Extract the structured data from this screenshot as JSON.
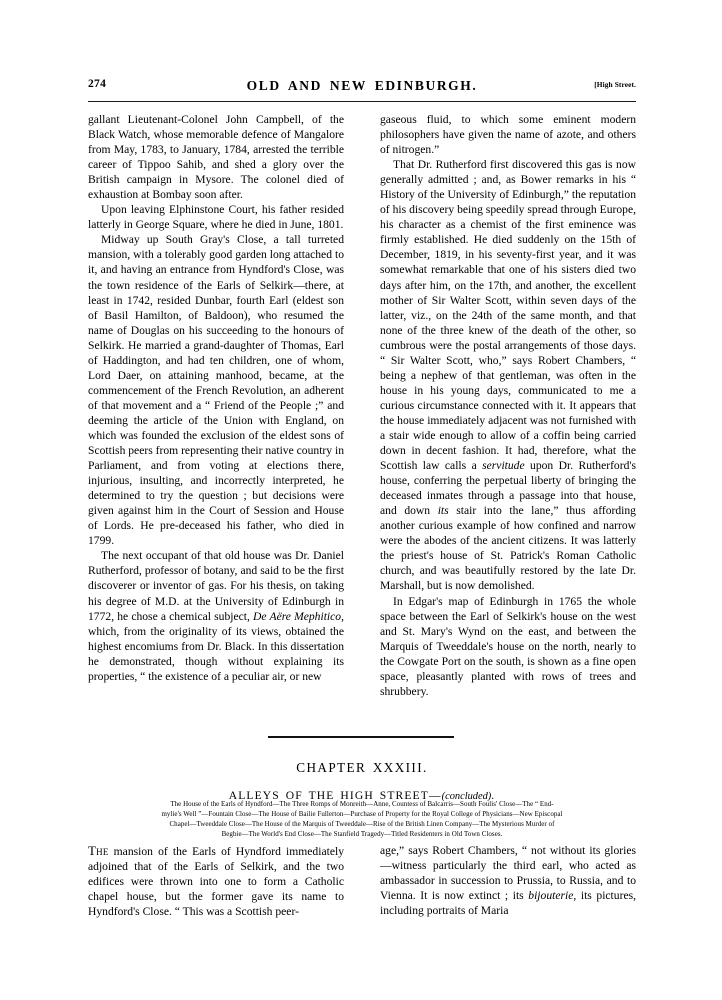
{
  "running_head": {
    "folio": "274",
    "title": "OLD AND NEW EDINBURGH.",
    "section_marker": "[High Street."
  },
  "body_top": {
    "left_column": [
      {
        "id": "para-campbell",
        "indent": false,
        "text": "gallant Lieutenant-Colonel John Campbell, of the Black Watch, whose memorable defence of Mangalore from May, 1783, to January, 1784, arrested the terrible career of Tippoo Sahib, and shed a glory over the British campaign in Mysore.  The colonel died of exhaustion at Bombay soon after."
      },
      {
        "id": "para-elphinstone",
        "indent": true,
        "text": "Upon leaving Elphinstone Court, his father resided latterly in George Square, where he died in June, 1801."
      },
      {
        "id": "para-south-grays-close",
        "indent": true,
        "text": "Midway up South Gray's Close, a tall turreted mansion, with a tolerably good garden long attached to it, and having an entrance from Hyndford's Close, was the town residence of the Earls of Selkirk—there, at least in 1742, resided Dunbar, fourth Earl (eldest son of Basil Hamilton, of Baldoon), who resumed the name of Douglas on his succeeding to the honours of Selkirk.  He married a grand-daughter of Thomas, Earl of Haddington, and had ten children, one of whom, Lord Daer, on attaining manhood, became, at the commencement of the French Revolution, an adherent of that movement and a “ Friend of the People ;” and deeming the article of the Union with England, on which was founded the exclusion of the eldest sons of Scottish peers from representing their native country in Parliament, and from voting at elections there, injurious, insulting, and incorrectly interpreted, he determined to try the question ; but decisions were given against him in the Court of Session and House of Lords.  He pre-deceased his father, who died in 1799."
      },
      {
        "id": "para-rutherford",
        "indent": true,
        "text_before_italic": "The next occupant of that old house was Dr. Daniel Rutherford, professor of botany, and said to be the first discoverer or inventor of gas.  For his thesis, on taking his degree of M.D. at the University of Edinburgh in 1772, he chose a chemical subject, ",
        "italic": "De Aëre Mephitico",
        "text_after_italic": ", which, from the originality of its views, obtained the highest encomiums from Dr. Black.  In this dissertation he demonstrated, though without explaining its properties, “ the existence of a peculiar air, or new"
      }
    ],
    "right_column": [
      {
        "id": "para-azote",
        "indent": false,
        "text": "gaseous fluid, to which some eminent modern philosophers have given the name of azote, and others of nitrogen.”"
      },
      {
        "id": "para-discovery",
        "indent": true,
        "text_before_italic": "That Dr. Rutherford first discovered this gas is now generally admitted ; and, as Bower remarks in his “ History of the University of Edinburgh,” the reputation of his discovery being speedily spread through Europe, his character as a chemist of the first eminence was firmly established.  He died suddenly on the 15th of December, 1819, in his seventy-first year, and it was somewhat remarkable that one of his sisters died two days after him, on the 17th, and another, the excellent mother of Sir Walter Scott, within seven days of the latter, viz., on the 24th of the same month, and that none of the three knew of the death of the other, so cumbrous were the postal arrangements of those days.  “ Sir Walter Scott, who,” says Robert Chambers, “ being a nephew of that gentleman, was often in the house in his young days, communicated to me a curious circumstance connected with it.  It appears that the house immediately adjacent was not furnished with a stair wide enough to allow of a coffin being carried down in decent fashion.  It had, therefore, what the Scottish law calls a ",
        "italic": "servitude",
        "text_mid": " upon Dr. Rutherford's house, conferring the perpetual liberty of bringing the deceased inmates through a passage into that house, and down ",
        "italic2": "its",
        "text_after": " stair into the lane,” thus affording another curious example of how confined and narrow were the abodes of the ancient citizens.  It was latterly the priest's house of St. Patrick's Roman Catholic church, and was beautifully restored by the late Dr. Marshall, but is now demolished."
      },
      {
        "id": "para-edgars-map",
        "indent": true,
        "text": "In Edgar's map of Edinburgh in 1765 the whole space between the Earl of Selkirk's house on the west and St. Mary's Wynd on the east, and between the Marquis of Tweeddale's house on the north, nearly to the Cowgate Port on the south, is shown as a fine open space, pleasantly planted with rows of trees and shrubbery."
      }
    ]
  },
  "chapter": {
    "number": "CHAPTER XXXIII.",
    "title_main": "ALLEYS OF THE HIGH STREET—",
    "title_concluded": "(concluded)",
    "title_end": "."
  },
  "synopsis": {
    "lines": [
      "The House of the Earls of Hyndford—The Three Romps of Monreith—Anne, Countess of Balcarris—South Foulis' Close—The “ End-",
      "mylie's Well ”—Fountain Close—The House of Bailie Fullerton—Purchase of Property for the Royal College of Physicians—New Episcopal",
      "Chapel—Tweeddale Close—The House of the Marquis of Tweeddale—Rise of the British Linen Company—The Mysterious Murder of",
      "Begbie—The World's End Close—The Stanfield Tragedy—Titled Residenters in Old Town Closes."
    ]
  },
  "body_bottom": {
    "left_column": {
      "id": "para-hyndford-mansion",
      "dropcap": "The",
      "text": " mansion of the Earls of Hyndford immediately adjoined that of the Earls of Selkirk, and the two edifices were thrown into one to form a Catholic chapel house, but the former gave its name to Hyndford's Close.  “ This was a Scottish peer-"
    },
    "right_column": {
      "id": "para-chambers-quote",
      "text_before_italic": "age,” says Robert Chambers, “ not without its glories—witness particularly the third earl, who acted as ambassador in succession to Prussia, to Russia, and to Vienna.  It is now extinct ; its ",
      "italic": "bijouterie",
      "text_after_italic": ", its pictures, including portraits of Maria"
    }
  }
}
